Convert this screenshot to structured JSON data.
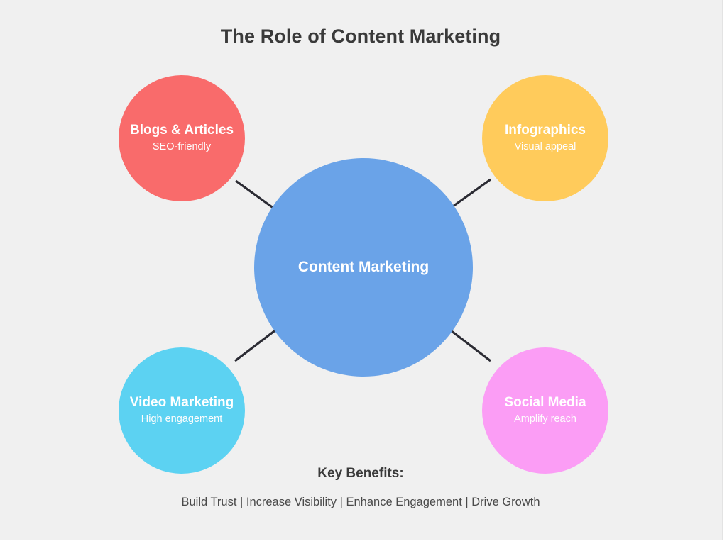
{
  "diagram": {
    "title": "The Role of Content Marketing",
    "background_color": "#f0f0f0",
    "title_color": "#3a3a3a",
    "center": {
      "label": "Content Marketing",
      "color": "#6aa3e8",
      "text_color": "#ffffff"
    },
    "nodes": [
      {
        "id": "blogs",
        "label": "Blogs & Articles",
        "sublabel": "SEO-friendly",
        "color": "#f96b6b",
        "position": "top-left"
      },
      {
        "id": "infographics",
        "label": "Infographics",
        "sublabel": "Visual appeal",
        "color": "#ffcb5b",
        "position": "top-right"
      },
      {
        "id": "video",
        "label": "Video Marketing",
        "sublabel": "High engagement",
        "color": "#5cd2f2",
        "position": "bottom-left"
      },
      {
        "id": "social",
        "label": "Social Media",
        "sublabel": "Amplify reach",
        "color": "#fb9df5",
        "position": "bottom-right"
      }
    ],
    "arrows": [
      {
        "id": "arrow-blogs-to-center",
        "from": "blogs",
        "to": "center",
        "color": "#2b2b33"
      },
      {
        "id": "arrow-infographics-to-center",
        "from": "infographics",
        "to": "center",
        "color": "#2b2b33"
      },
      {
        "id": "arrow-video-to-center",
        "from": "video",
        "to": "center",
        "color": "#2b2b33"
      },
      {
        "id": "arrow-social-to-center",
        "from": "social",
        "to": "center",
        "color": "#2b2b33"
      }
    ],
    "footer": {
      "heading": "Key Benefits:",
      "items_text": "Build Trust | Increase Visibility | Enhance Engagement | Drive Growth",
      "items": [
        "Build Trust",
        "Increase Visibility",
        "Enhance Engagement",
        "Drive Growth"
      ]
    }
  }
}
